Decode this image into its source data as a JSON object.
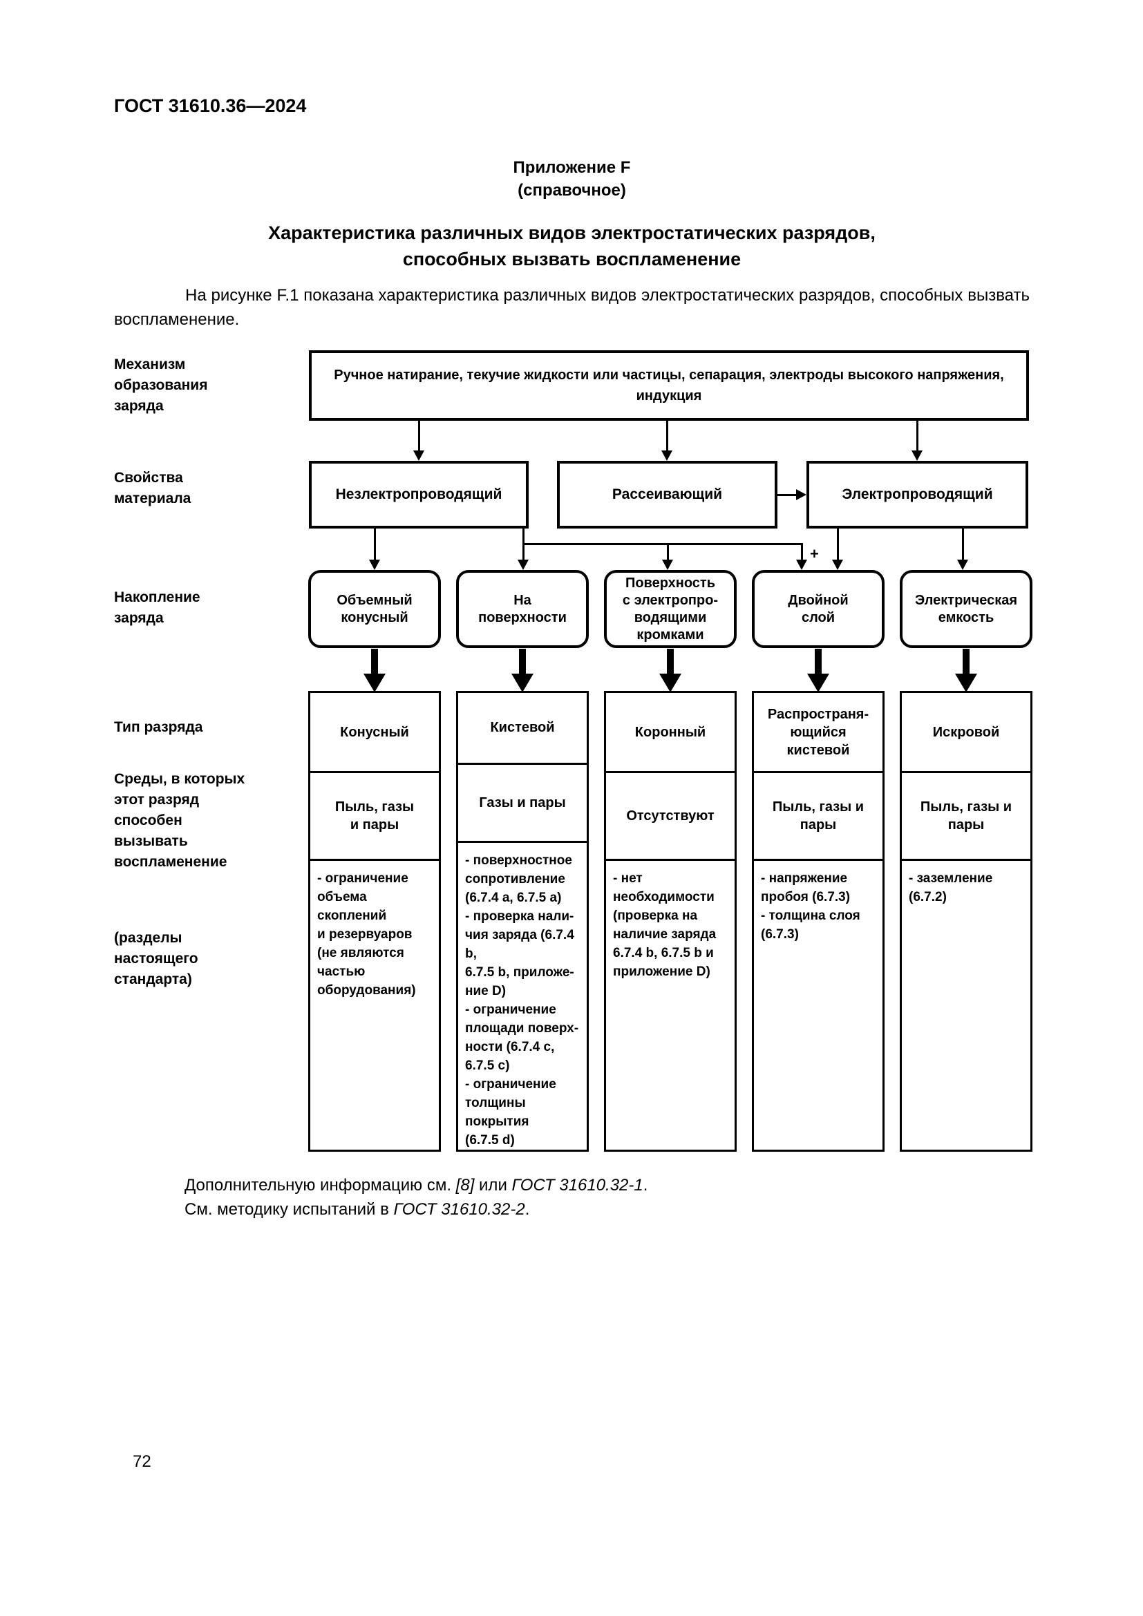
{
  "page": {
    "doc_number": "ГОСТ 31610.36—2024",
    "appendix": "Приложение F",
    "appendix_note": "(справочное)",
    "title": "Характеристика различных видов электростатических разрядов,\nспособных вызвать воспламенение",
    "intro": "На рисунке F.1 показана характеристика различных видов электростатических разрядов, способных вызвать воспламенение.",
    "page_number": "72"
  },
  "diagram": {
    "plus_sign": "+",
    "row_labels": {
      "mechanism": "Механизм\nобразования\nзаряда",
      "material": "Свойства\nматериала",
      "accumulation": "Накопление\nзаряда",
      "discharge_type": "Тип разряда",
      "media": "Среды, в которых\nэтот разряд\nспособен\nвызывать\nвоспламенение",
      "sections": "(разделы\nнастоящего\nстандарта)"
    },
    "mechanism_box": "Ручное натирание, текучие жидкости или частицы, сепарация, электроды высокого напряжения,\nиндукция",
    "material_boxes": [
      "Незлектропроводящий",
      "Рассеивающий",
      "Электропроводящий"
    ],
    "accumulation_boxes": [
      "Объемный\nконусный",
      "На\nповерхности",
      "Поверхность\nс электропро-\nводящими\nкромками",
      "Двойной\nслой",
      "Электрическая\nемкость"
    ],
    "columns": [
      {
        "type": "Конусный",
        "media": "Пыль, газы\nи пары",
        "sections": "- ограничение\nобъема скоплений\nи резервуаров\n(не являются\nчастью\nоборудования)"
      },
      {
        "type": "Кистевой",
        "media": "Газы и пары",
        "sections": "- поверхностное\nсопротивление\n(6.7.4 a, 6.7.5 a)\n- проверка нали-\nчия заряда (6.7.4 b,\n6.7.5 b, приложе-\nние D)\n- ограничение\nплощади поверх-\nности (6.7.4 c,\n6.7.5 c)\n- ограничение\nтолщины покрытия\n(6.7.5 d)"
      },
      {
        "type": "Коронный",
        "media": "Отсутствуют",
        "sections": "- нет\nнеобходимости\n(проверка на\nналичие заряда\n6.7.4 b, 6.7.5 b и\nприложение D)"
      },
      {
        "type": "Распространя-\nющийся\nкистевой",
        "media": "Пыль, газы и пары",
        "sections": "- напряжение\nпробоя (6.7.3)\n- толщина слоя\n(6.7.3)"
      },
      {
        "type": "Искровой",
        "media": "Пыль, газы и пары",
        "sections": "- заземление\n(6.7.2)"
      }
    ]
  },
  "footer": {
    "line1_prefix": "Дополнительную информацию см. ",
    "line1_ref1": "[8]",
    "line1_mid": " или ",
    "line1_ref2": "ГОСТ 31610.32-1",
    "line1_suffix": ".",
    "line2_prefix": "См. методику испытаний в ",
    "line2_ref": "ГОСТ 31610.32-2",
    "line2_suffix": "."
  }
}
